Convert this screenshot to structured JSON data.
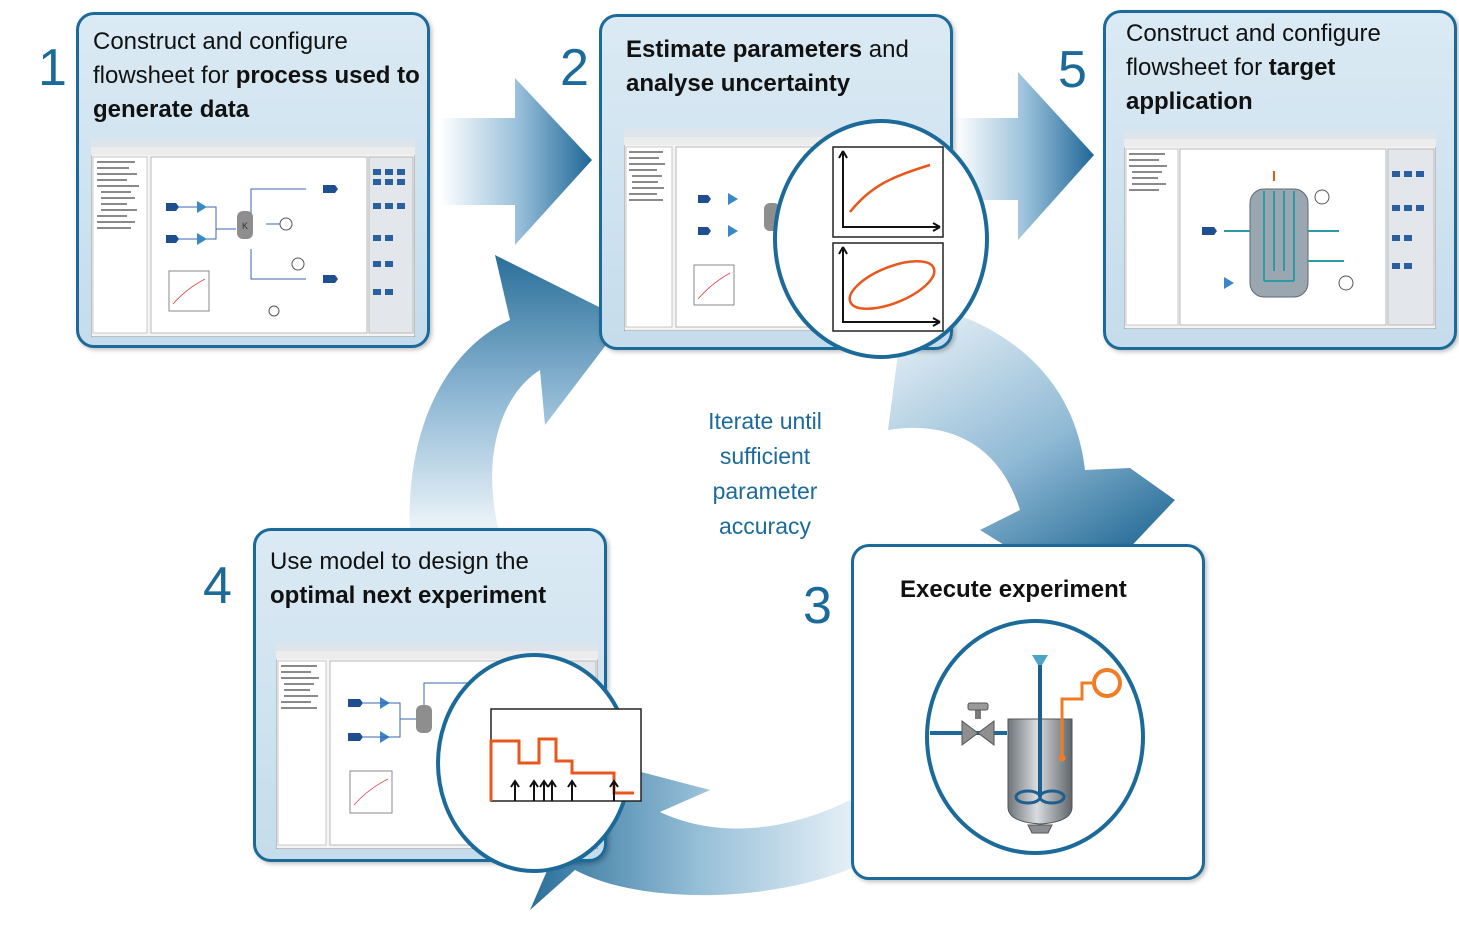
{
  "colors": {
    "accent": "#1b6a9a",
    "box_fill": "#c5dcec",
    "arrow_light": "#d6e8f3",
    "arrow_dark": "#2a6f99",
    "orange": "#e8571c",
    "valve_orange": "#f07d26"
  },
  "steps": [
    {
      "number": "1",
      "parts": [
        {
          "text": "Construct and configure flowsheet for ",
          "bold": false
        },
        {
          "text": "process used to generate data",
          "bold": true
        }
      ]
    },
    {
      "number": "2",
      "parts": [
        {
          "text": "Estimate parameters",
          "bold": true
        },
        {
          "text": " and ",
          "bold": false
        },
        {
          "text": "analyse uncertainty",
          "bold": true
        }
      ]
    },
    {
      "number": "3",
      "parts": [
        {
          "text": "Execute experiment",
          "bold": true
        }
      ]
    },
    {
      "number": "4",
      "parts": [
        {
          "text": "Use model to design the ",
          "bold": false
        },
        {
          "text": "optimal next experiment",
          "bold": true
        }
      ]
    },
    {
      "number": "5",
      "parts": [
        {
          "text": "Construct and configure flowsheet for ",
          "bold": false
        },
        {
          "text": "target application",
          "bold": true
        }
      ]
    }
  ],
  "center": {
    "lines": [
      "Iterate until",
      "sufficient",
      "parameter",
      "accuracy"
    ]
  },
  "icons": {
    "step1": "flowsheet-screenshot-icon",
    "step2": "parameter-fit-curve-and-confidence-ellipse-icon",
    "step3": "stirred-tank-reactor-icon",
    "step4": "experiment-design-profile-icon",
    "step5": "jacketed-reactor-flowsheet-icon"
  }
}
